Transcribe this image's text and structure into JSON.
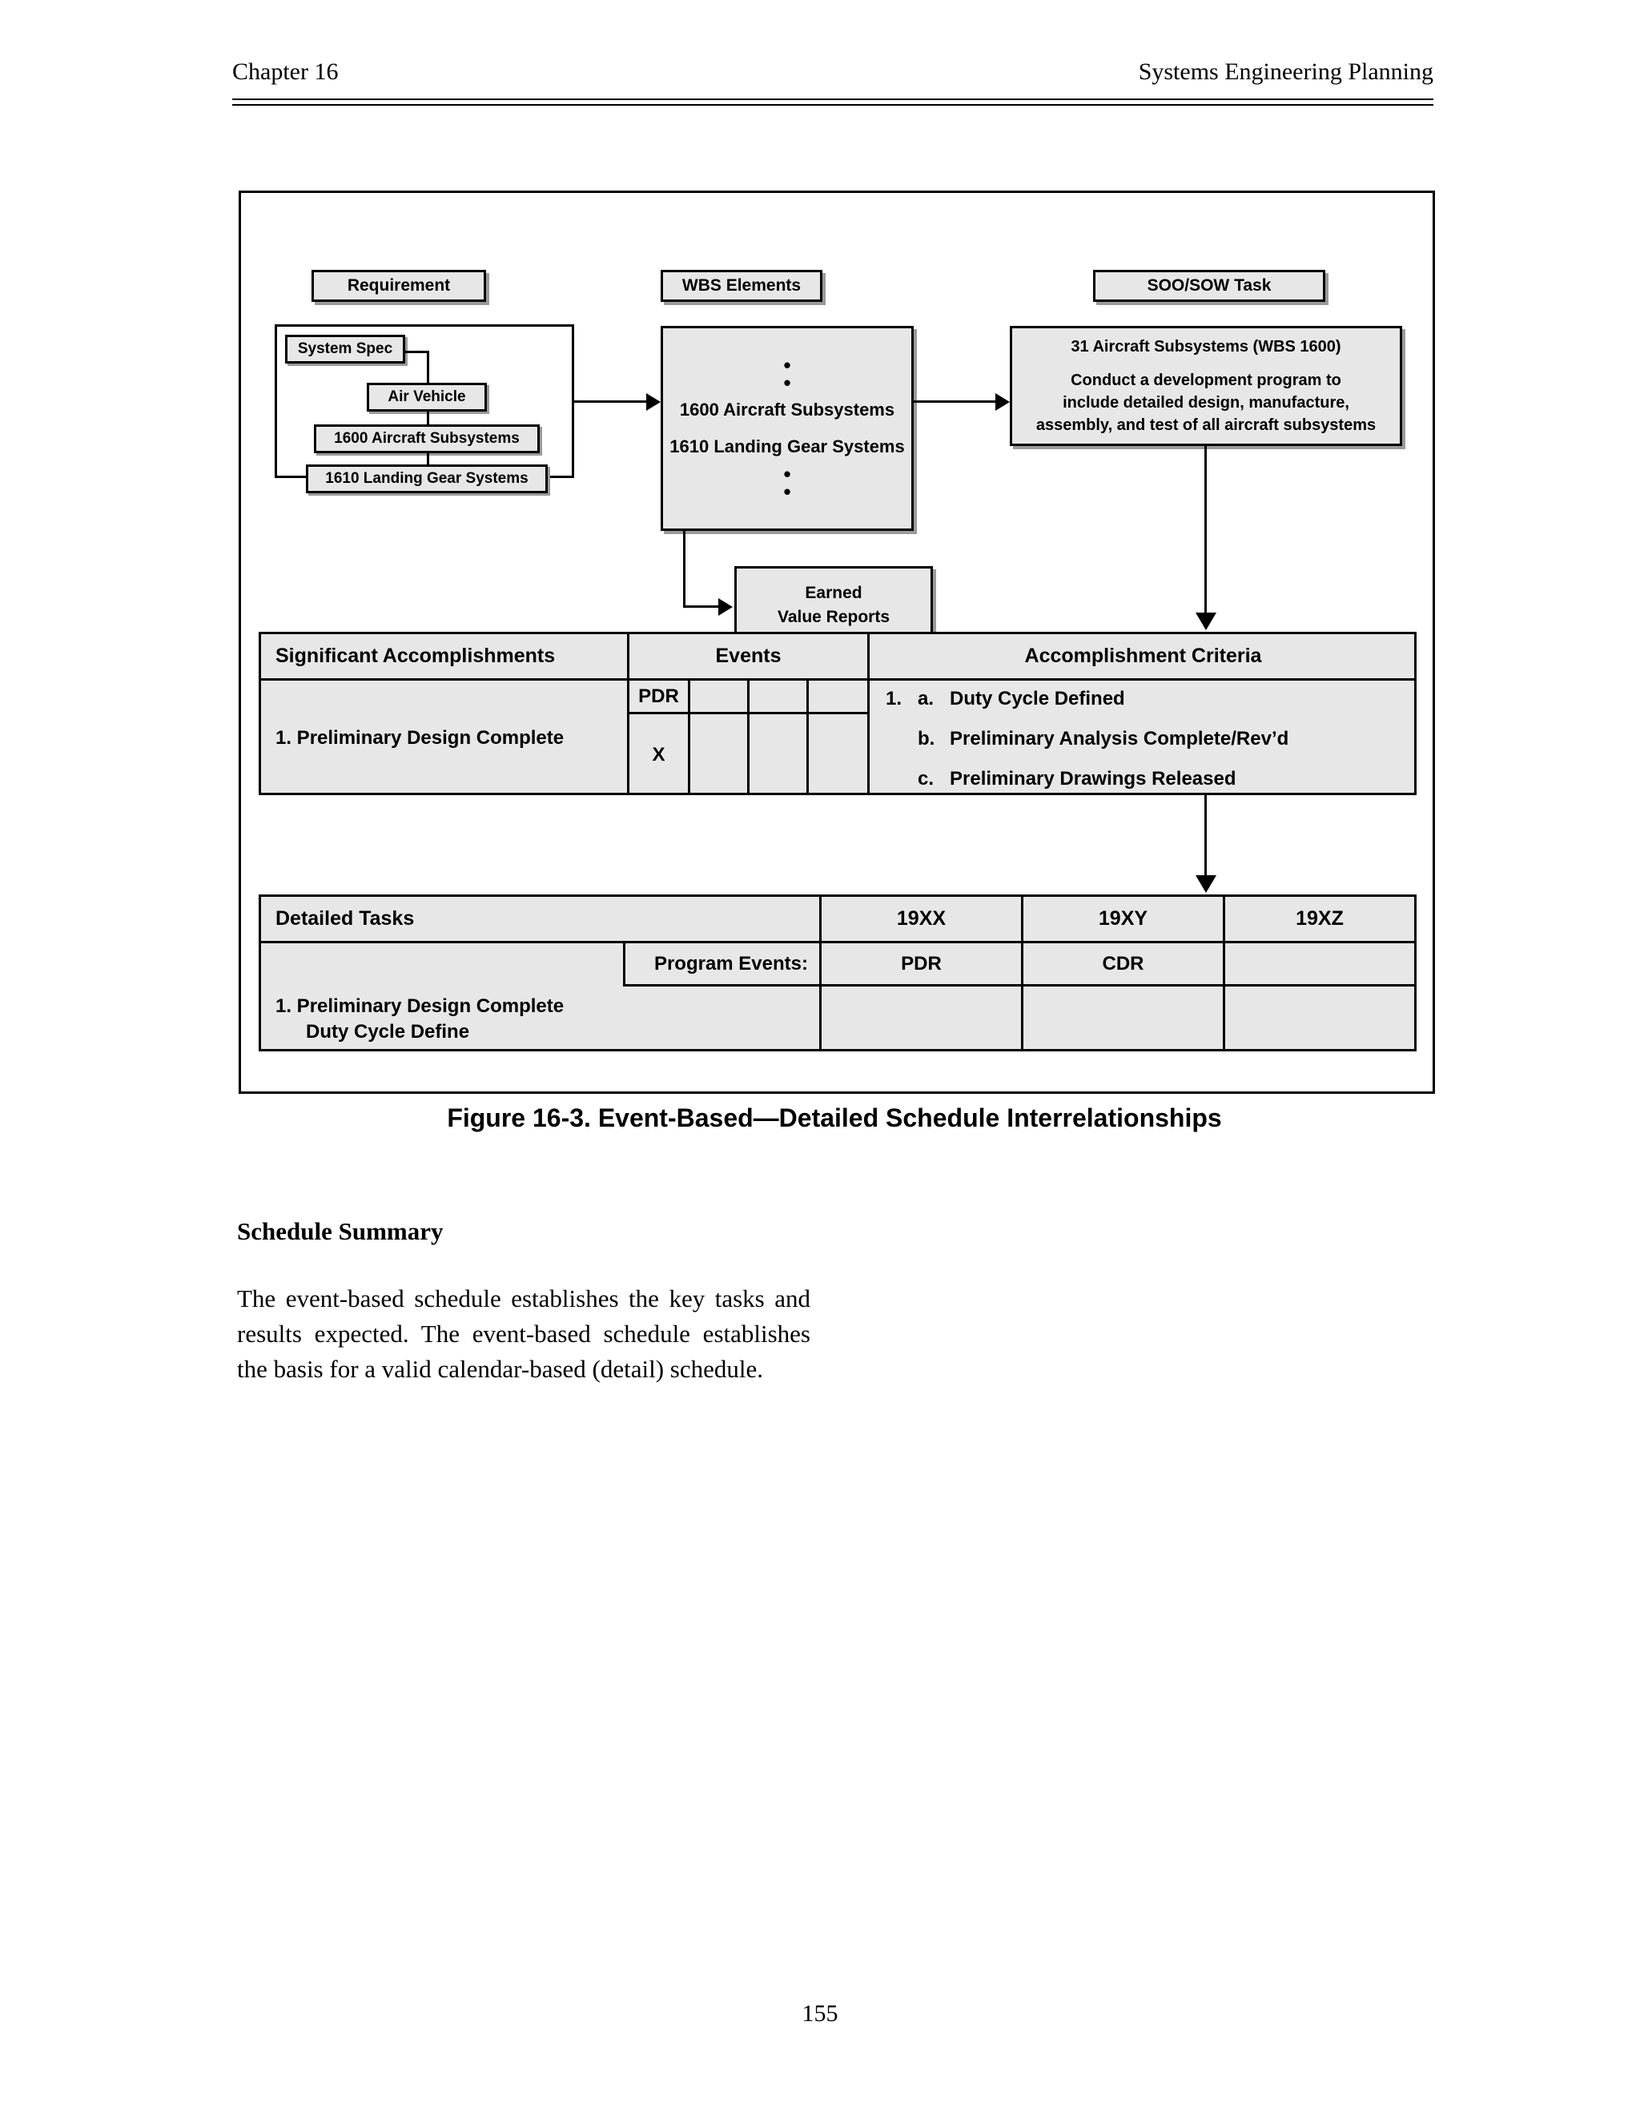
{
  "header": {
    "left": "Chapter 16",
    "right": "Systems Engineering Planning"
  },
  "figure": {
    "caption": "Figure 16-3. Event-Based—Detailed Schedule Interrelationships",
    "columns": {
      "requirement": "Requirement",
      "wbs": "WBS Elements",
      "soosow": "SOO/SOW Task"
    },
    "requirement_tree": {
      "system_spec": "System Spec",
      "air_vehicle": "Air Vehicle",
      "subsystems": "1600 Aircraft Subsystems",
      "landing_gear": "1610 Landing Gear Systems"
    },
    "wbs_box": {
      "bullets_top": [
        "•",
        "•"
      ],
      "line1": "1600 Aircraft Subsystems",
      "line2": "1610 Landing Gear Systems",
      "bullets_bottom": [
        "•",
        "•"
      ]
    },
    "earned_value": {
      "line1": "Earned",
      "line2": "Value Reports"
    },
    "sow_box": {
      "title": "31 Aircraft Subsystems (WBS 1600)",
      "line1": "Conduct a development program to",
      "line2": "include detailed design, manufacture,",
      "line3": "assembly, and test of all aircraft subsystems"
    },
    "accomplishments_table": {
      "headers": {
        "accomplishments": "Significant Accomplishments",
        "events": "Events",
        "criteria": "Accomplishment Criteria"
      },
      "row_label": "1.  Preliminary Design Complete",
      "event_header_cells": [
        "PDR",
        "",
        "",
        ""
      ],
      "event_mark_cells": [
        "X",
        "",
        "",
        ""
      ],
      "criteria": [
        {
          "num": "1.",
          "letter": "a.",
          "text": "Duty Cycle Defined"
        },
        {
          "num": "",
          "letter": "b.",
          "text": "Preliminary Analysis Complete/Rev’d"
        },
        {
          "num": "",
          "letter": "c.",
          "text": "Preliminary Drawings Released"
        }
      ]
    },
    "detailed_tasks_table": {
      "title": "Detailed Tasks",
      "year_columns": [
        "19XX",
        "19XY",
        "19XZ"
      ],
      "program_events_label": "Program Events:",
      "program_events": [
        "PDR",
        "CDR",
        ""
      ],
      "task_line1": "1.  Preliminary Design Complete",
      "task_line2": "Duty Cycle Define"
    }
  },
  "body": {
    "section_title": "Schedule Summary",
    "paragraph": "The event-based schedule establishes the key tasks and results expected. The event-based schedule establishes the basis for a valid calendar-based (detail) schedule."
  },
  "page_number": "155",
  "colors": {
    "box_fill": "#e7e7e7",
    "line": "#000000",
    "page": "#ffffff"
  }
}
